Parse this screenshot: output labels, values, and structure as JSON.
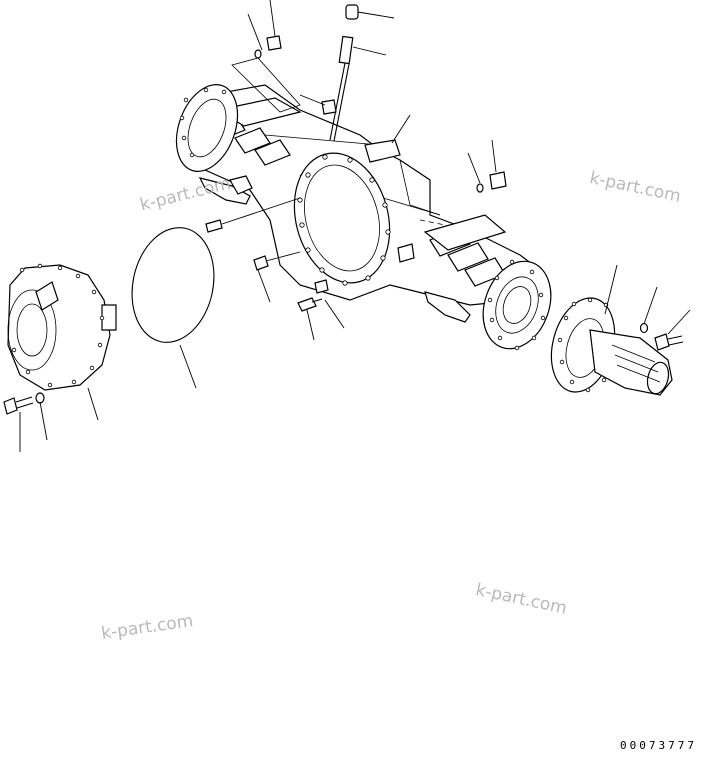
{
  "watermarks": [
    "k-part.com",
    "k-part.com",
    "k-part.com",
    "k-part.com"
  ],
  "drawing_code": "00073777"
}
